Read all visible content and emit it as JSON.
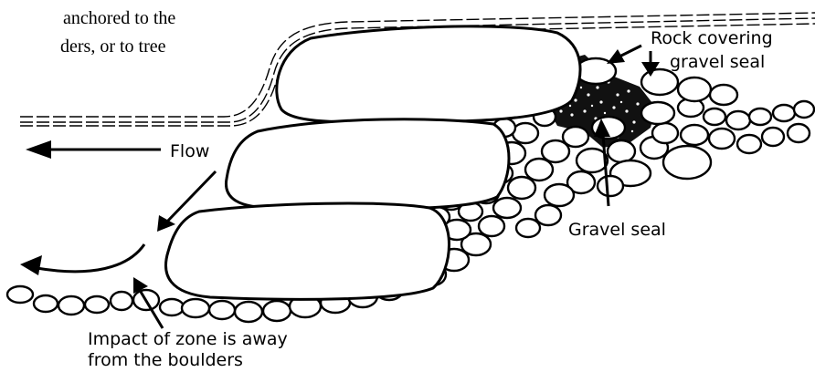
{
  "intro_text": {
    "line1": "anchored to the",
    "line2": "ders, or to tree"
  },
  "labels": {
    "flow": "Flow",
    "rock_covering_line1": "Rock covering",
    "rock_covering_line2": "gravel seal",
    "gravel_seal": "Gravel seal",
    "impact_line1": "Impact of zone is away",
    "impact_line2": "from the boulders"
  },
  "colors": {
    "ink": "#000000",
    "background": "#ffffff"
  }
}
